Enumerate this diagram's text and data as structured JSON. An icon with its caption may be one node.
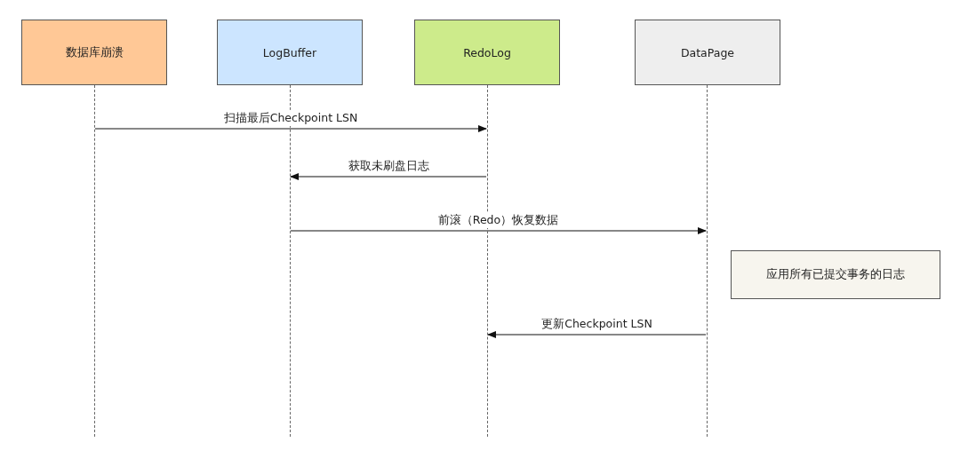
{
  "diagram": {
    "nodes": [
      {
        "text": [
          "数据库崩溃"
        ]
      },
      {
        "text": [
          "LogBuffer"
        ]
      },
      {
        "text": [
          "RedoLog"
        ]
      },
      {
        "text": [
          "DataPage"
        ]
      },
      {
        "text": [],
        "shape": "line"
      },
      {
        "text": [],
        "shape": "line"
      },
      {
        "text": [],
        "shape": "line"
      },
      {
        "text": [],
        "shape": "line"
      },
      {
        "text": [
          "应用所有已提交事务的日志"
        ]
      }
    ],
    "edges": [
      {
        "from": 4,
        "to": 6,
        "arrow": "to",
        "label": "扫描最后Checkpoint LSN"
      },
      {
        "from": 6,
        "to": 5,
        "arrow": "to",
        "label": "获取未刷盘日志"
      },
      {
        "from": 5,
        "to": 7,
        "arrow": "to",
        "label": "前滚（Redo）恢复数据"
      },
      {
        "from": 7,
        "to": 6,
        "arrow": "to",
        "label": "更新Checkpoint LSN"
      }
    ]
  }
}
